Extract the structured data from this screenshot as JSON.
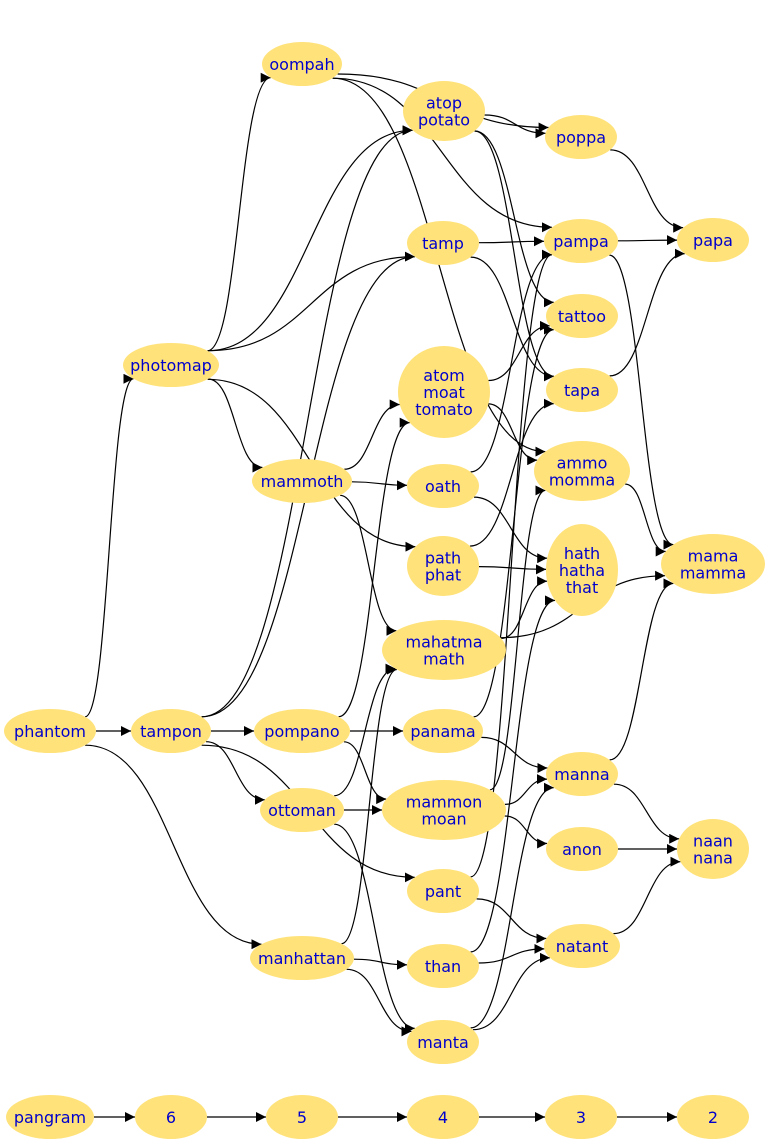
{
  "graph": {
    "colors": {
      "node_fill": "#ffe27a",
      "label_text": "#0000cc",
      "edge": "#000000",
      "background": "#ffffff"
    },
    "nodes": [
      {
        "id": "oompah",
        "lines": [
          "oompah"
        ]
      },
      {
        "id": "atop_potato",
        "lines": [
          "atop",
          "potato"
        ]
      },
      {
        "id": "poppa",
        "lines": [
          "poppa"
        ]
      },
      {
        "id": "tamp",
        "lines": [
          "tamp"
        ]
      },
      {
        "id": "pampa",
        "lines": [
          "pampa"
        ]
      },
      {
        "id": "papa",
        "lines": [
          "papa"
        ]
      },
      {
        "id": "photomap",
        "lines": [
          "photomap"
        ]
      },
      {
        "id": "atom_moat_tomato",
        "lines": [
          "atom",
          "moat",
          "tomato"
        ]
      },
      {
        "id": "tattoo",
        "lines": [
          "tattoo"
        ]
      },
      {
        "id": "tapa",
        "lines": [
          "tapa"
        ]
      },
      {
        "id": "mammoth",
        "lines": [
          "mammoth"
        ]
      },
      {
        "id": "oath",
        "lines": [
          "oath"
        ]
      },
      {
        "id": "ammo_momma",
        "lines": [
          "ammo",
          "momma"
        ]
      },
      {
        "id": "path_phat",
        "lines": [
          "path",
          "phat"
        ]
      },
      {
        "id": "hath_hatha_that",
        "lines": [
          "hath",
          "hatha",
          "that"
        ]
      },
      {
        "id": "mama_mamma",
        "lines": [
          "mama",
          "mamma"
        ]
      },
      {
        "id": "mahatma_math",
        "lines": [
          "mahatma",
          "math"
        ]
      },
      {
        "id": "phantom",
        "lines": [
          "phantom"
        ]
      },
      {
        "id": "tampon",
        "lines": [
          "tampon"
        ]
      },
      {
        "id": "pompano",
        "lines": [
          "pompano"
        ]
      },
      {
        "id": "panama",
        "lines": [
          "panama"
        ]
      },
      {
        "id": "ottoman",
        "lines": [
          "ottoman"
        ]
      },
      {
        "id": "mammon_moan",
        "lines": [
          "mammon",
          "moan"
        ]
      },
      {
        "id": "manna",
        "lines": [
          "manna"
        ]
      },
      {
        "id": "anon",
        "lines": [
          "anon"
        ]
      },
      {
        "id": "naan_nana",
        "lines": [
          "naan",
          "nana"
        ]
      },
      {
        "id": "pant",
        "lines": [
          "pant"
        ]
      },
      {
        "id": "manhattan",
        "lines": [
          "manhattan"
        ]
      },
      {
        "id": "than",
        "lines": [
          "than"
        ]
      },
      {
        "id": "natant",
        "lines": [
          "natant"
        ]
      },
      {
        "id": "manta",
        "lines": [
          "manta"
        ]
      },
      {
        "id": "pangram",
        "lines": [
          "pangram"
        ]
      },
      {
        "id": "n6",
        "lines": [
          "6"
        ]
      },
      {
        "id": "n5",
        "lines": [
          "5"
        ]
      },
      {
        "id": "n4",
        "lines": [
          "4"
        ]
      },
      {
        "id": "n3",
        "lines": [
          "3"
        ]
      },
      {
        "id": "n2",
        "lines": [
          "2"
        ]
      }
    ],
    "edges": [
      {
        "from": "phantom",
        "to": "tampon"
      },
      {
        "from": "phantom",
        "to": "photomap"
      },
      {
        "from": "phantom",
        "to": "manhattan"
      },
      {
        "from": "tampon",
        "to": "pompano"
      },
      {
        "from": "tampon",
        "to": "ottoman"
      },
      {
        "from": "tampon",
        "to": "pant"
      },
      {
        "from": "tampon",
        "to": "tamp"
      },
      {
        "from": "tampon",
        "to": "atop_potato"
      },
      {
        "from": "photomap",
        "to": "oompah"
      },
      {
        "from": "photomap",
        "to": "atop_potato"
      },
      {
        "from": "photomap",
        "to": "tamp"
      },
      {
        "from": "photomap",
        "to": "mammoth"
      },
      {
        "from": "photomap",
        "to": "path_phat"
      },
      {
        "from": "oompah",
        "to": "poppa"
      },
      {
        "from": "oompah",
        "to": "pampa"
      },
      {
        "from": "oompah",
        "to": "ammo_momma"
      },
      {
        "from": "atop_potato",
        "to": "poppa"
      },
      {
        "from": "atop_potato",
        "to": "tattoo"
      },
      {
        "from": "atop_potato",
        "to": "tapa"
      },
      {
        "from": "poppa",
        "to": "papa"
      },
      {
        "from": "tamp",
        "to": "pampa"
      },
      {
        "from": "tamp",
        "to": "tapa"
      },
      {
        "from": "pampa",
        "to": "papa"
      },
      {
        "from": "pampa",
        "to": "mama_mamma"
      },
      {
        "from": "tapa",
        "to": "papa"
      },
      {
        "from": "atom_moat_tomato",
        "to": "tattoo"
      },
      {
        "from": "atom_moat_tomato",
        "to": "ammo_momma"
      },
      {
        "from": "mammoth",
        "to": "atom_moat_tomato"
      },
      {
        "from": "mammoth",
        "to": "oath"
      },
      {
        "from": "mammoth",
        "to": "mahatma_math"
      },
      {
        "from": "oath",
        "to": "pampa"
      },
      {
        "from": "oath",
        "to": "hath_hatha_that"
      },
      {
        "from": "path_phat",
        "to": "tapa"
      },
      {
        "from": "path_phat",
        "to": "hath_hatha_that"
      },
      {
        "from": "ammo_momma",
        "to": "mama_mamma"
      },
      {
        "from": "mahatma_math",
        "to": "hath_hatha_that"
      },
      {
        "from": "mahatma_math",
        "to": "mama_mamma"
      },
      {
        "from": "pompano",
        "to": "panama"
      },
      {
        "from": "pompano",
        "to": "mammon_moan"
      },
      {
        "from": "pompano",
        "to": "atom_moat_tomato"
      },
      {
        "from": "panama",
        "to": "manna"
      },
      {
        "from": "panama",
        "to": "tattoo"
      },
      {
        "from": "ottoman",
        "to": "mammon_moan"
      },
      {
        "from": "ottoman",
        "to": "mahatma_math"
      },
      {
        "from": "ottoman",
        "to": "manta"
      },
      {
        "from": "mammon_moan",
        "to": "manna"
      },
      {
        "from": "mammon_moan",
        "to": "anon"
      },
      {
        "from": "mammon_moan",
        "to": "ammo_momma"
      },
      {
        "from": "manna",
        "to": "naan_nana"
      },
      {
        "from": "manna",
        "to": "mama_mamma"
      },
      {
        "from": "anon",
        "to": "naan_nana"
      },
      {
        "from": "pant",
        "to": "natant"
      },
      {
        "from": "pant",
        "to": "pampa"
      },
      {
        "from": "manhattan",
        "to": "than"
      },
      {
        "from": "manhattan",
        "to": "manta"
      },
      {
        "from": "manhattan",
        "to": "mahatma_math"
      },
      {
        "from": "than",
        "to": "natant"
      },
      {
        "from": "than",
        "to": "hath_hatha_that"
      },
      {
        "from": "natant",
        "to": "naan_nana"
      },
      {
        "from": "manta",
        "to": "natant"
      },
      {
        "from": "manta",
        "to": "manna"
      },
      {
        "from": "pangram",
        "to": "n6"
      },
      {
        "from": "n6",
        "to": "n5"
      },
      {
        "from": "n5",
        "to": "n4"
      },
      {
        "from": "n4",
        "to": "n3"
      },
      {
        "from": "n3",
        "to": "n2"
      }
    ]
  }
}
